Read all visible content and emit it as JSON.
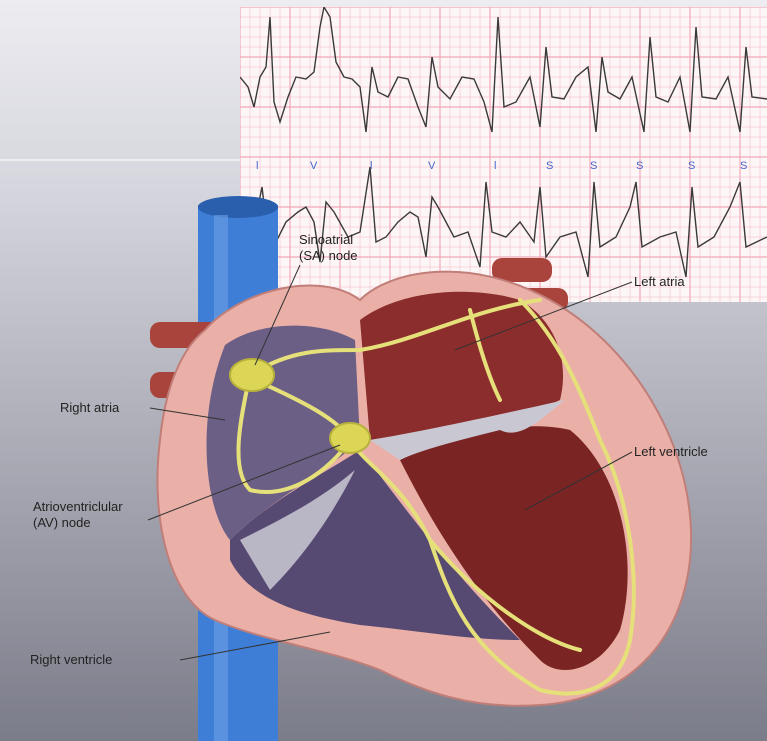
{
  "labels": {
    "sa_node_line1": "Sinoatrial",
    "sa_node_line2": "(SA) node",
    "left_atria": "Left atria",
    "right_atria": "Right atria",
    "left_ventricle": "Left ventricle",
    "av_node_line1": "Atrioventriclular",
    "av_node_line2": "(AV) node",
    "right_ventricle": "Right ventricle"
  },
  "ecg_strip": {
    "beat_markers": [
      "l",
      "V",
      "l",
      "V",
      "l",
      "S",
      "S",
      "S",
      "S",
      "S"
    ]
  },
  "colors": {
    "background_top": "#e8e8ee",
    "background_bottom": "#7e7f8c",
    "ecg_grid": "#f1a9b8",
    "ecg_trace": "#3a3a3a",
    "ecg_marker": "#4466cc",
    "vena_cava": "#3f7ed6",
    "heart_wall": "#eab0a8",
    "right_chambers": "#6c5f86",
    "left_chambers": "#8b2d2c",
    "conduction_path": "#e6e07a",
    "aorta": "#a9443c"
  }
}
